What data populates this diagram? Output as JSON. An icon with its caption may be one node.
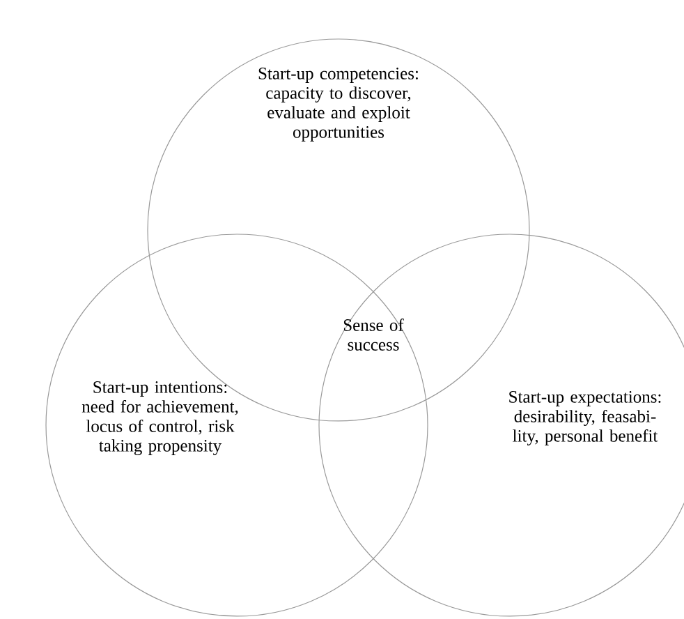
{
  "diagram": {
    "nodes": [
      {
        "text": [
          "Start-up competencies: capacity to discover, evaluate and exploit opportunities"
        ]
      },
      {
        "text": [
          "Start-up intentions: need for achievement, locus of control, risk taking propensity"
        ]
      },
      {
        "text": [
          "Start-up expectations: desirability, feasabi-lity, personal benefit"
        ]
      }
    ],
    "labels": [
      "Sense of success"
    ]
  }
}
